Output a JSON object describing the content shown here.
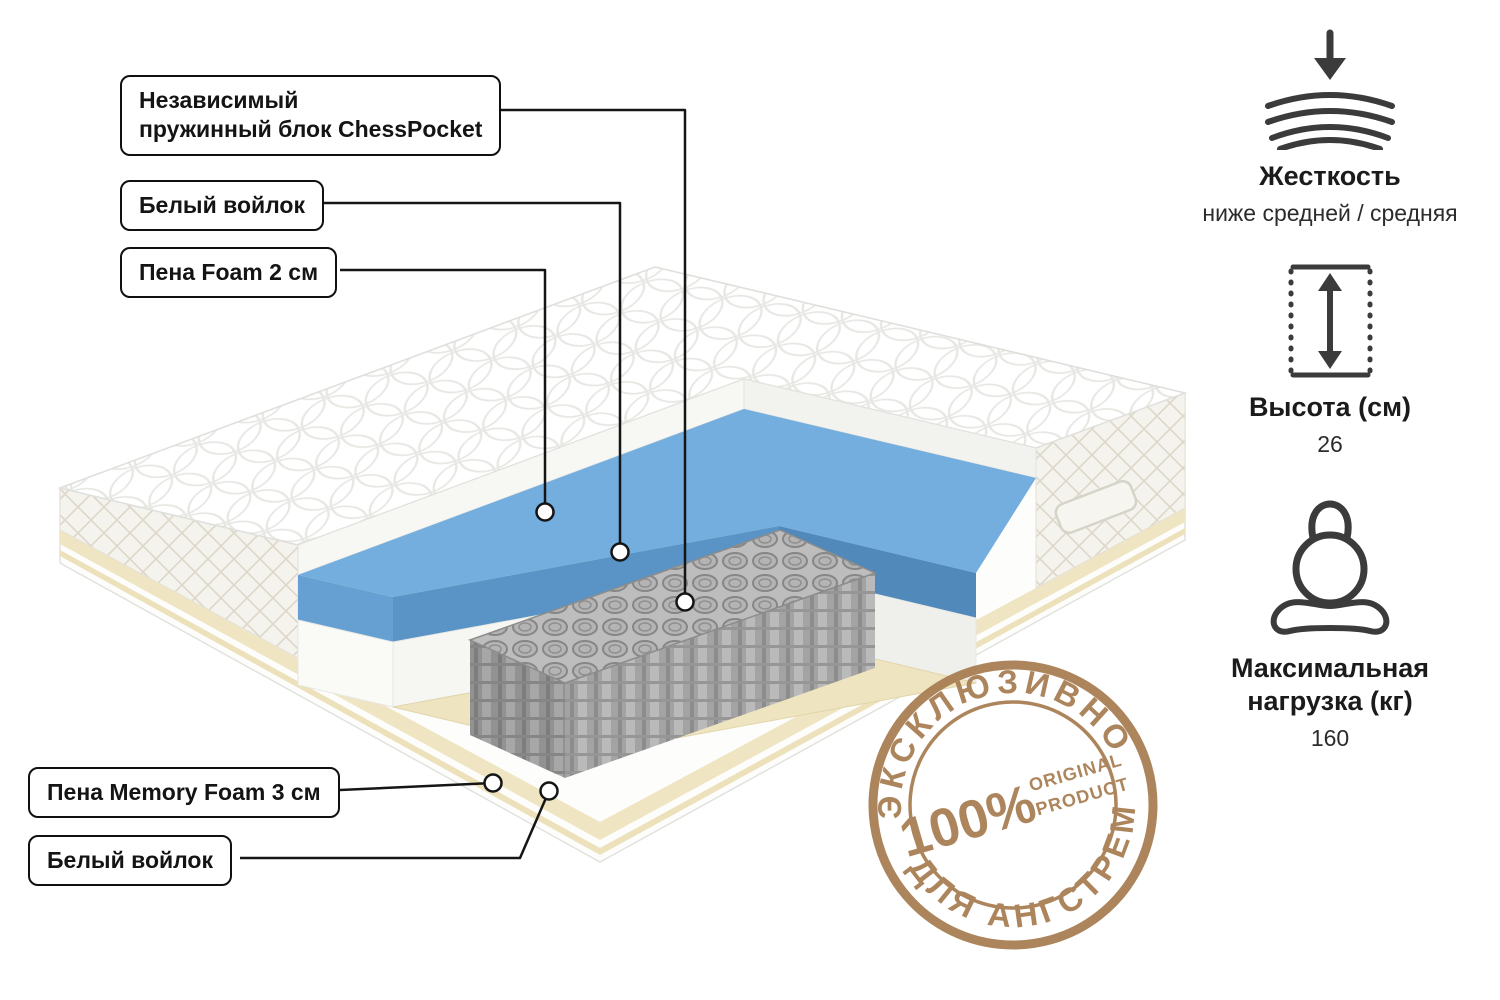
{
  "product_labels": {
    "spring_block": "Независимый\nпружинный блок ChessPocket",
    "felt_top": "Белый войлок",
    "foam": "Пена Foam 2 см",
    "memory_foam": "Пена Memory Foam 3 см",
    "felt_bottom": "Белый войлок"
  },
  "specs": {
    "firmness": {
      "icon": "pressure-down-icon",
      "title": "Жесткость",
      "value": "ниже средней / средняя"
    },
    "height": {
      "icon": "height-arrows-icon",
      "title": "Высота (см)",
      "value": "26"
    },
    "max_load": {
      "icon": "kettlebell-icon",
      "title": "Максимальная\nнагрузка (кг)",
      "value": "160"
    }
  },
  "stamp": {
    "top_text": "ЭКСКЛЮЗИВНО",
    "bottom_text": "ДЛЯ АНГСТРЕМ",
    "percent": "100%",
    "original": "ORIGINAL",
    "product": "PRODUCT",
    "color": "#a87e52"
  },
  "colors": {
    "blue_foam_layer": "#73aede",
    "felt_layer": "#eee4c0",
    "stamp_brown": "#a87e52",
    "callout_line": "#151515"
  }
}
